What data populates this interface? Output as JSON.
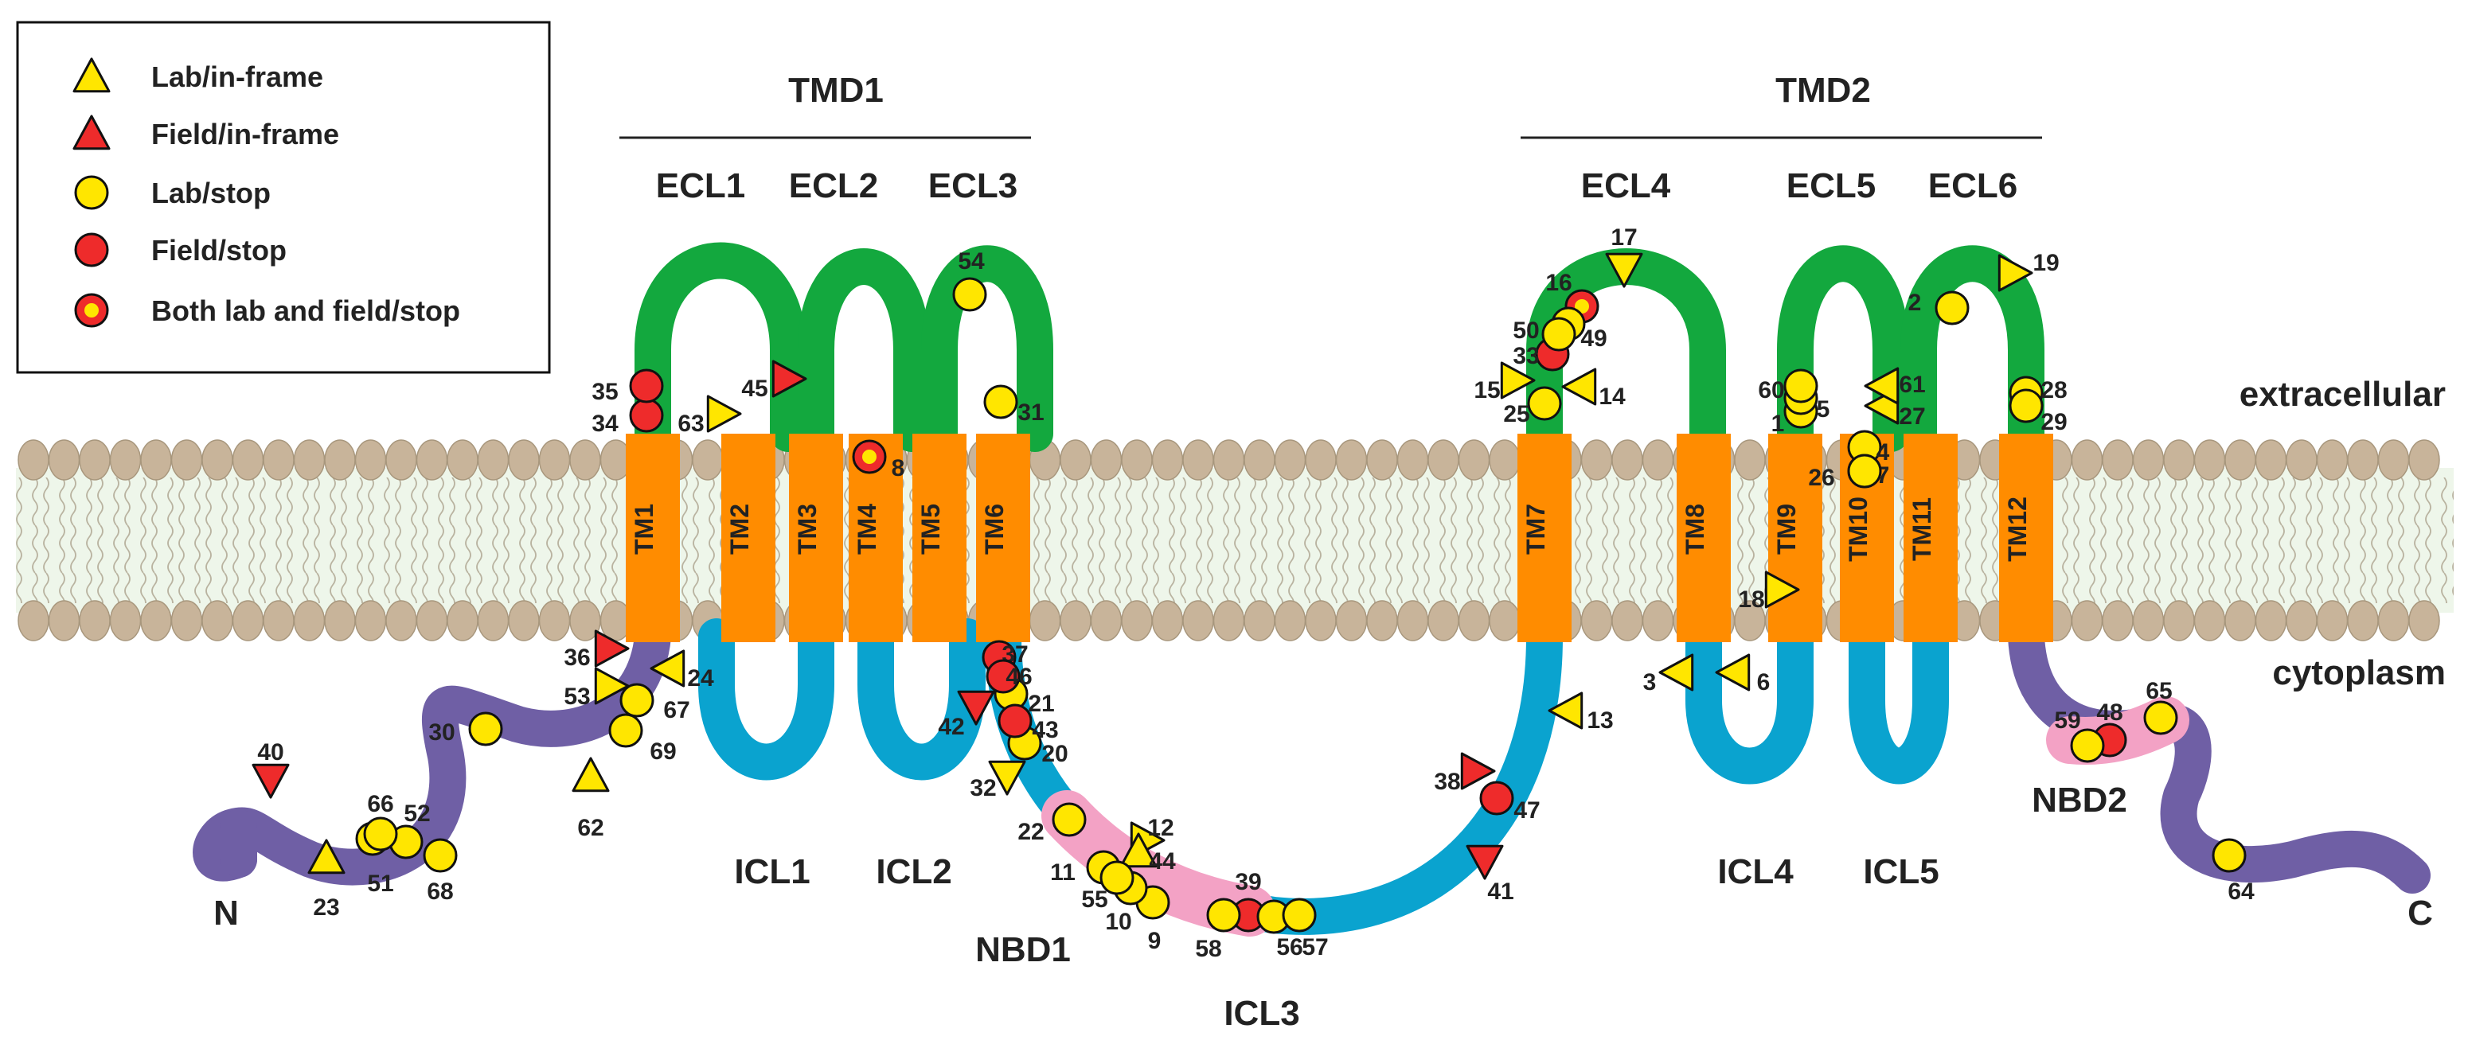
{
  "legend": {
    "items": [
      {
        "label": "Lab/in-frame",
        "marker": "tri-yellow"
      },
      {
        "label": "Field/in-frame",
        "marker": "tri-red"
      },
      {
        "label": "Lab/stop",
        "marker": "circle-yellow"
      },
      {
        "label": "Field/stop",
        "marker": "circle-red"
      },
      {
        "label": "Both lab and field/stop",
        "marker": "circle-both"
      }
    ]
  },
  "domains": {
    "tmd1": "TMD1",
    "tmd2": "TMD2"
  },
  "loops": {
    "ecl1": "ECL1",
    "ecl2": "ECL2",
    "ecl3": "ECL3",
    "ecl4": "ECL4",
    "ecl5": "ECL5",
    "ecl6": "ECL6",
    "icl1": "ICL1",
    "icl2": "ICL2",
    "icl3": "ICL3",
    "icl4": "ICL4",
    "icl5": "ICL5",
    "nbd1": "NBD1",
    "nbd2": "NBD2"
  },
  "membrane": {
    "extracellular": "extracellular",
    "cytoplasm": "cytoplasm"
  },
  "termini": {
    "n": "N",
    "c": "C"
  },
  "tm": [
    "TM1",
    "TM2",
    "TM3",
    "TM4",
    "TM5",
    "TM6",
    "TM7",
    "TM8",
    "TM9",
    "TM10",
    "TM11",
    "TM12"
  ],
  "colors": {
    "ecl": "#13a83e",
    "icl": "#0aa3cf",
    "tail": "#6f5fa5",
    "tm": "#ff8c00",
    "nbd": "#f3a2c5",
    "lipid": "#c8b49a",
    "yellow": "#ffe600",
    "red": "#ee2b2b"
  },
  "mutations": [
    {
      "id": "1",
      "type": "cy"
    },
    {
      "id": "2",
      "type": "cy"
    },
    {
      "id": "3",
      "type": "ty"
    },
    {
      "id": "4",
      "type": "cy"
    },
    {
      "id": "5",
      "type": "cy"
    },
    {
      "id": "6",
      "type": "ty"
    },
    {
      "id": "7",
      "type": "cy"
    },
    {
      "id": "8",
      "type": "cb"
    },
    {
      "id": "9",
      "type": "cy"
    },
    {
      "id": "10",
      "type": "cy"
    },
    {
      "id": "11",
      "type": "cy"
    },
    {
      "id": "12",
      "type": "ty"
    },
    {
      "id": "13",
      "type": "ty"
    },
    {
      "id": "14",
      "type": "ty"
    },
    {
      "id": "15",
      "type": "ty"
    },
    {
      "id": "16",
      "type": "cb"
    },
    {
      "id": "17",
      "type": "ty"
    },
    {
      "id": "18",
      "type": "ty"
    },
    {
      "id": "19",
      "type": "ty"
    },
    {
      "id": "20",
      "type": "cy"
    },
    {
      "id": "21",
      "type": "cy"
    },
    {
      "id": "22",
      "type": "cy"
    },
    {
      "id": "23",
      "type": "ty"
    },
    {
      "id": "24",
      "type": "ty"
    },
    {
      "id": "25",
      "type": "cy"
    },
    {
      "id": "26",
      "type": "cy"
    },
    {
      "id": "27",
      "type": "ty"
    },
    {
      "id": "28",
      "type": "cy"
    },
    {
      "id": "29",
      "type": "cy"
    },
    {
      "id": "30",
      "type": "cy"
    },
    {
      "id": "31",
      "type": "cy"
    },
    {
      "id": "32",
      "type": "ty"
    },
    {
      "id": "33",
      "type": "cr"
    },
    {
      "id": "34",
      "type": "cr"
    },
    {
      "id": "35",
      "type": "cr"
    },
    {
      "id": "36",
      "type": "tr"
    },
    {
      "id": "37",
      "type": "cr"
    },
    {
      "id": "38",
      "type": "tr"
    },
    {
      "id": "39",
      "type": "cr"
    },
    {
      "id": "40",
      "type": "tr"
    },
    {
      "id": "41",
      "type": "tr"
    },
    {
      "id": "42",
      "type": "tr"
    },
    {
      "id": "43",
      "type": "cr"
    },
    {
      "id": "44",
      "type": "ty"
    },
    {
      "id": "45",
      "type": "tr"
    },
    {
      "id": "46",
      "type": "cr"
    },
    {
      "id": "47",
      "type": "cr"
    },
    {
      "id": "48",
      "type": "cr"
    },
    {
      "id": "49",
      "type": "cy"
    },
    {
      "id": "50",
      "type": "cy"
    },
    {
      "id": "51",
      "type": "cy"
    },
    {
      "id": "52",
      "type": "cy"
    },
    {
      "id": "53",
      "type": "ty"
    },
    {
      "id": "54",
      "type": "cy"
    },
    {
      "id": "55",
      "type": "cy"
    },
    {
      "id": "56",
      "type": "cy"
    },
    {
      "id": "57",
      "type": "cy"
    },
    {
      "id": "58",
      "type": "cy"
    },
    {
      "id": "59",
      "type": "cy"
    },
    {
      "id": "60",
      "type": "cy"
    },
    {
      "id": "61",
      "type": "ty"
    },
    {
      "id": "62",
      "type": "ty"
    },
    {
      "id": "63",
      "type": "ty"
    },
    {
      "id": "64",
      "type": "cy"
    },
    {
      "id": "65",
      "type": "cy"
    },
    {
      "id": "66",
      "type": "cy"
    },
    {
      "id": "67",
      "type": "cy"
    },
    {
      "id": "68",
      "type": "cy"
    },
    {
      "id": "69",
      "type": "cy"
    }
  ]
}
